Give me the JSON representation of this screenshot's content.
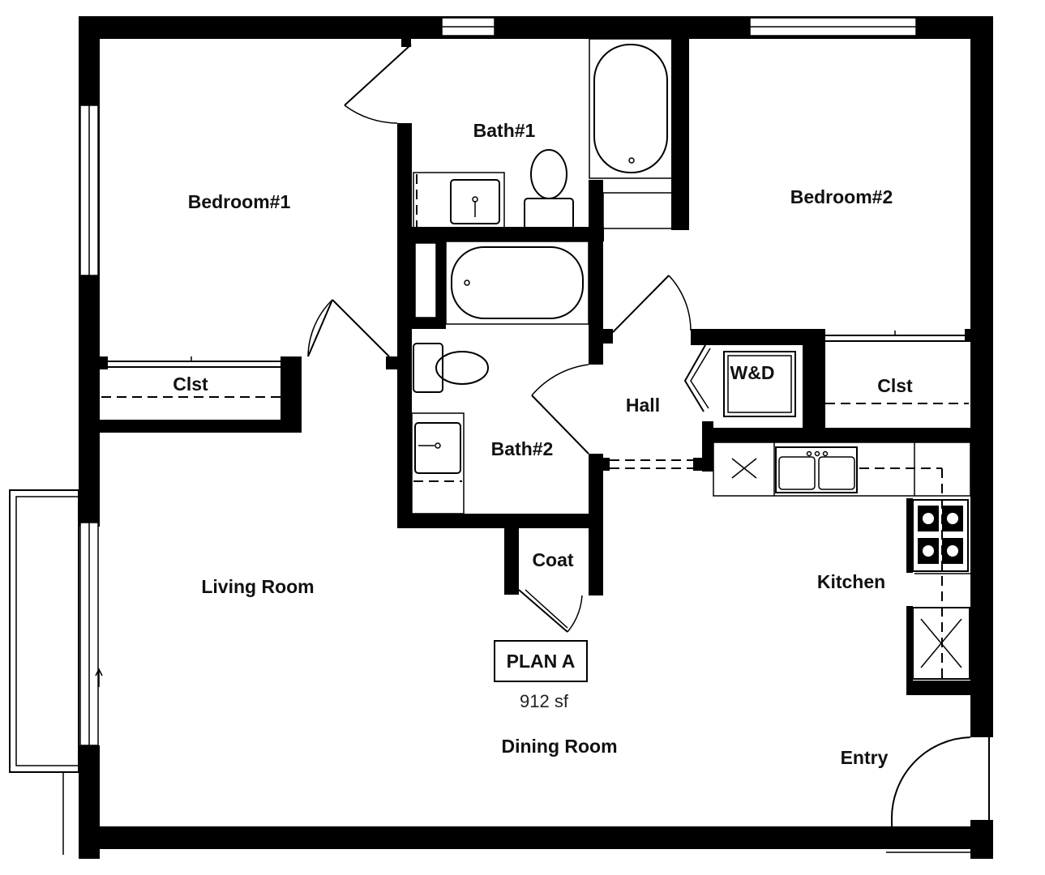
{
  "plan": {
    "name": "PLAN A",
    "area": "912 sf"
  },
  "rooms": {
    "bedroom1": "Bedroom#1",
    "bath1": "Bath#1",
    "bedroom2": "Bedroom#2",
    "closet1": "Clst",
    "closet2": "Clst",
    "wd": "W&D",
    "hall": "Hall",
    "bath2": "Bath#2",
    "coat": "Coat",
    "living": "Living Room",
    "kitchen": "Kitchen",
    "dining": "Dining Room",
    "entry": "Entry"
  }
}
